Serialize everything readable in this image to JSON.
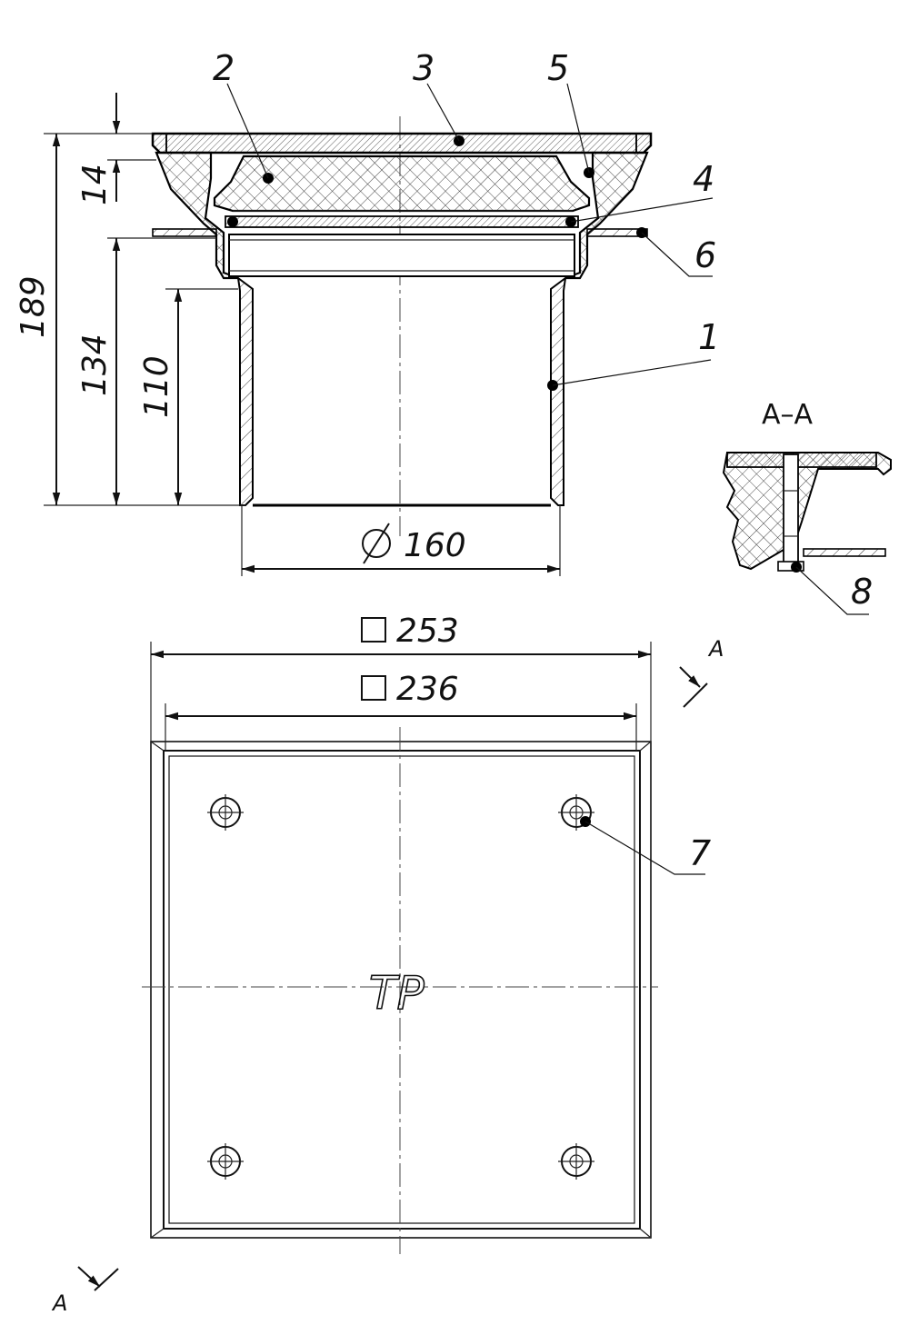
{
  "part_numbers": [
    "1",
    "2",
    "3",
    "4",
    "5",
    "6",
    "7",
    "8"
  ],
  "dimensions": {
    "overall_height": "189",
    "collar_to_bottom": "134",
    "pipe_height": "110",
    "grate_thickness": "14",
    "pipe_diameter": "160",
    "outer_square": "253",
    "inner_square": "236"
  },
  "section": {
    "title": "A–A",
    "cut_mark": "A"
  },
  "logo_text": "TP"
}
